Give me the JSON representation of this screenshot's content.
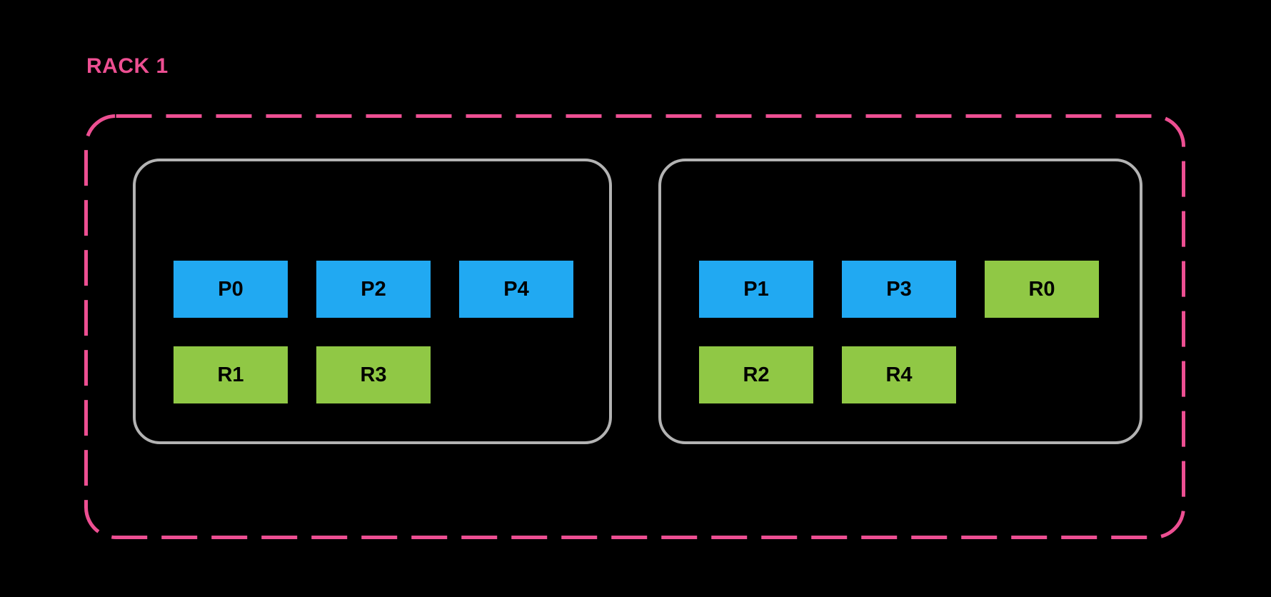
{
  "colors": {
    "background": "#000000",
    "rack_border": "#ED4F92",
    "node_border": "#B3B3B3",
    "primary_slot": "#21A9F2",
    "replica_slot": "#90C845",
    "slot_text": "#000000"
  },
  "rack": {
    "label": "RACK 1",
    "nodes": [
      {
        "slots": [
          {
            "label": "P0",
            "type": "primary"
          },
          {
            "label": "P2",
            "type": "primary"
          },
          {
            "label": "P4",
            "type": "primary"
          },
          {
            "label": "R1",
            "type": "replica"
          },
          {
            "label": "R3",
            "type": "replica"
          }
        ]
      },
      {
        "slots": [
          {
            "label": "P1",
            "type": "primary"
          },
          {
            "label": "P3",
            "type": "primary"
          },
          {
            "label": "R0",
            "type": "replica"
          },
          {
            "label": "R2",
            "type": "replica"
          },
          {
            "label": "R4",
            "type": "replica"
          }
        ]
      }
    ]
  }
}
